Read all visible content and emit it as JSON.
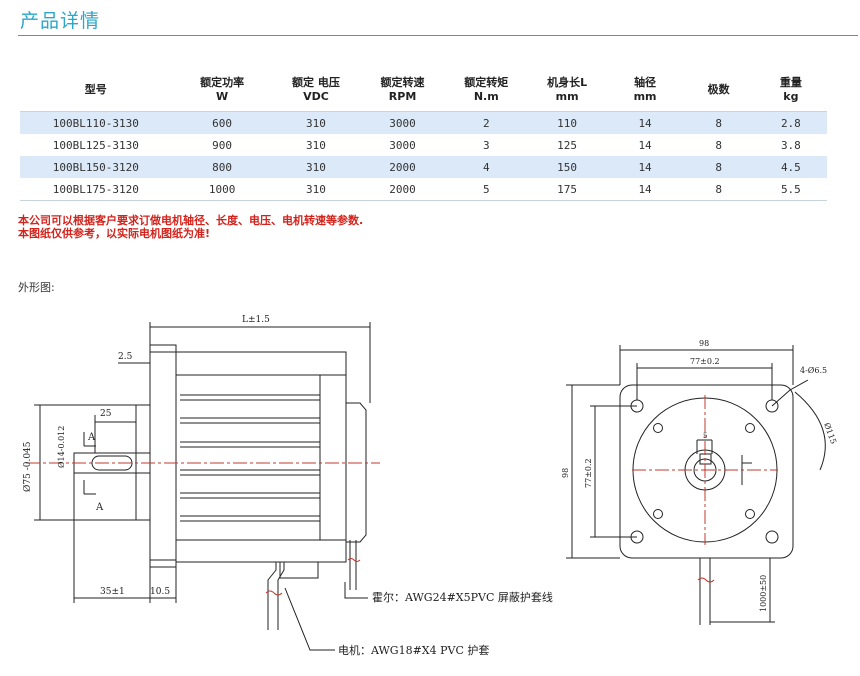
{
  "page": {
    "title": "产品详情",
    "notes": [
      "本公司可以根据客户要求订做电机轴径、长度、电压、电机转速等参数.",
      "本图纸仅供参考，以实际电机图纸为准!"
    ],
    "drawing_label": "外形图:"
  },
  "table": {
    "headers": [
      [
        "型号",
        ""
      ],
      [
        "额定功率",
        "W"
      ],
      [
        "额定 电压",
        "VDC"
      ],
      [
        "额定转速",
        "RPM"
      ],
      [
        "额定转矩",
        "N.m"
      ],
      [
        "机身长L",
        "mm"
      ],
      [
        "轴径",
        "mm"
      ],
      [
        "极数",
        ""
      ],
      [
        "重量",
        "kg"
      ]
    ],
    "rows": [
      [
        "100BL110-3130",
        "600",
        "310",
        "3000",
        "2",
        "110",
        "14",
        "8",
        "2.8"
      ],
      [
        "100BL125-3130",
        "900",
        "310",
        "3000",
        "3",
        "125",
        "14",
        "8",
        "3.8"
      ],
      [
        "100BL150-3120",
        "800",
        "310",
        "2000",
        "4",
        "150",
        "14",
        "8",
        "4.5"
      ],
      [
        "100BL175-3120",
        "1000",
        "310",
        "2000",
        "5",
        "175",
        "14",
        "8",
        "5.5"
      ]
    ]
  },
  "drawing": {
    "side_view": {
      "dim_length": "L±1.5",
      "dim_flange": "2.5",
      "dim_key": "25",
      "dim_shaft": "Ø14-0.012",
      "dim_pilot": "Ø75 -0.045",
      "section_mark": "A",
      "dim_shaft_len": "35±1",
      "dim_flange_thk": "10.5",
      "hall_wire": "霍尔：AWG24#X5PVC    屏蔽护套线",
      "motor_wire": "电机：AWG18#X4    PVC 护套"
    },
    "front_view": {
      "dim_width": "98",
      "dim_hole_spacing": "77±0.2",
      "dim_holes": "4-Ø6.5",
      "dim_pcd": "Ø115",
      "dim_height": "98",
      "dim_hole_spacing_v": "77±0.2",
      "dim_key": "5",
      "dim_lead": "1000±50"
    }
  },
  "colors": {
    "accent": "#2aa7c9",
    "note_red": "#d2231c",
    "row_alt": "#dbe9f8",
    "centerline_red": "#c0392b"
  }
}
